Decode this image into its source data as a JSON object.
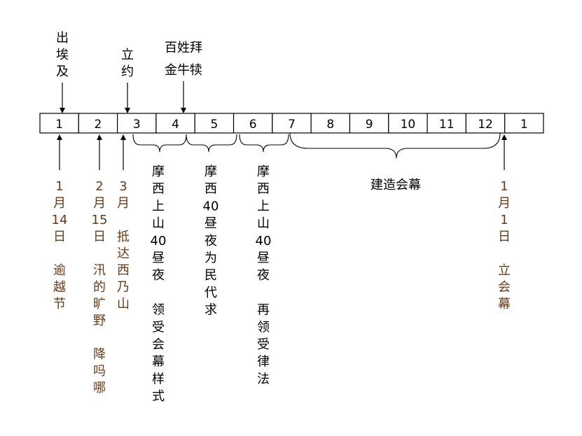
{
  "colors": {
    "black": "#000000",
    "brown": "#6b3a14"
  },
  "timeline": {
    "cells": [
      "1",
      "2",
      "3",
      "4",
      "5",
      "6",
      "7",
      "8",
      "9",
      "10",
      "11",
      "12",
      "1"
    ]
  },
  "top_labels": {
    "exodus": [
      "出",
      "埃",
      "及"
    ],
    "covenant": [
      "立",
      "约"
    ],
    "calf_line1": "百姓拜",
    "calf_line2": "金牛犊"
  },
  "bracket_labels": {
    "first40": [
      "摩",
      "西",
      "上",
      "山",
      "40",
      "昼",
      "夜",
      "",
      "领",
      "受",
      "会",
      "幕",
      "样",
      "式"
    ],
    "intercede40": [
      "摩",
      "西",
      "40",
      "昼",
      "夜",
      "为",
      "民",
      "代",
      "求"
    ],
    "second40": [
      "摩",
      "西",
      "上",
      "山",
      "40",
      "昼",
      "夜",
      "",
      "再",
      "领",
      "受",
      "律",
      "法"
    ],
    "build": "建造会幕"
  },
  "bottom_labels": {
    "passover": [
      "1",
      "月",
      "14",
      "日",
      "",
      "逾",
      "越",
      "节"
    ],
    "manna": [
      "2",
      "月",
      "15",
      "日",
      "",
      "汛",
      "的",
      "旷",
      "野",
      "",
      "降",
      "吗",
      "哪"
    ],
    "sinai": [
      "3",
      "月",
      "",
      "抵",
      "达",
      "西",
      "乃",
      "山"
    ],
    "tabernacle": [
      "1",
      "月",
      "1",
      "日",
      "",
      "立",
      "会",
      "幕"
    ]
  }
}
